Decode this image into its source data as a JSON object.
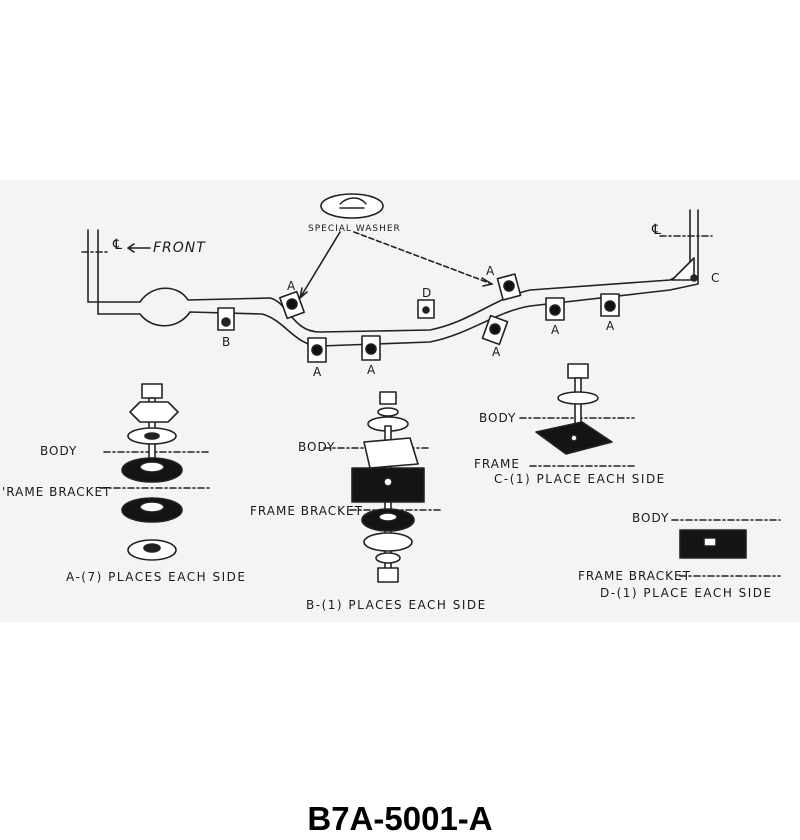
{
  "diagram": {
    "front_label": "FRONT",
    "centerline_symbol": "℄",
    "special_washer_label": "SPECIAL WASHER",
    "mount_letters": {
      "a": "A",
      "b": "B",
      "c": "C",
      "d": "D"
    },
    "labels": {
      "body": "BODY",
      "frame_bracket": "FRAME BRACKET",
      "frame_bracket_partial": "'RAME BRACKET",
      "frame": "FRAME"
    },
    "captions": {
      "a": "A-(7) PLACES EACH SIDE",
      "b": "B-(1) PLACES EACH SIDE",
      "c": "C-(1) PLACE EACH SIDE",
      "d": "D-(1) PLACE EACH SIDE"
    }
  },
  "part_number": "B7A-5001-A"
}
